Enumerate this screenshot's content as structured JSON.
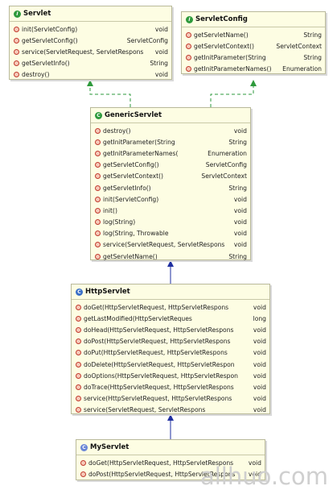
{
  "classes": {
    "servlet": {
      "name": "Servlet",
      "methods": [
        {
          "name": "init(ServletConfig)",
          "ret": "void"
        },
        {
          "name": "getServletConfig()",
          "ret": "ServletConfig"
        },
        {
          "name": "service(ServletRequest, ServletRespons",
          "ret": "void"
        },
        {
          "name": "getServletInfo()",
          "ret": "String"
        },
        {
          "name": "destroy()",
          "ret": "void"
        }
      ]
    },
    "servletConfig": {
      "name": "ServletConfig",
      "methods": [
        {
          "name": "getServletName()",
          "ret": "String"
        },
        {
          "name": "getServletContext()",
          "ret": "ServletContext"
        },
        {
          "name": "getInitParameter(String",
          "ret": "String"
        },
        {
          "name": "getInitParameterNames()",
          "ret": "Enumeration"
        }
      ]
    },
    "genericServlet": {
      "name": "GenericServlet",
      "methods": [
        {
          "name": "destroy()",
          "ret": "void"
        },
        {
          "name": "getInitParameter(String",
          "ret": "String"
        },
        {
          "name": "getInitParameterNames(",
          "ret": "Enumeration"
        },
        {
          "name": "getServletConfig()",
          "ret": "ServletConfig"
        },
        {
          "name": "getServletContext()",
          "ret": "ServletContext"
        },
        {
          "name": "getServletInfo()",
          "ret": "String"
        },
        {
          "name": "init(ServletConfig)",
          "ret": "void"
        },
        {
          "name": "init()",
          "ret": "void"
        },
        {
          "name": "log(String)",
          "ret": "void"
        },
        {
          "name": "log(String, Throwable",
          "ret": "void"
        },
        {
          "name": "service(ServletRequest, ServletRespons",
          "ret": "void"
        },
        {
          "name": "getServletName()",
          "ret": "String"
        }
      ]
    },
    "httpServlet": {
      "name": "HttpServlet",
      "methods": [
        {
          "name": "doGet(HttpServletRequest, HttpServletRespons",
          "ret": "void"
        },
        {
          "name": "getLastModified(HttpServletReques",
          "ret": "long"
        },
        {
          "name": "doHead(HttpServletRequest, HttpServletRespons",
          "ret": "void"
        },
        {
          "name": "doPost(HttpServletRequest, HttpServletRespons",
          "ret": "void"
        },
        {
          "name": "doPut(HttpServletRequest, HttpServletRespons",
          "ret": "void"
        },
        {
          "name": "doDelete(HttpServletRequest, HttpServletRespon",
          "ret": "void"
        },
        {
          "name": "doOptions(HttpServletRequest, HttpServletRespon",
          "ret": "void"
        },
        {
          "name": "doTrace(HttpServletRequest, HttpServletRespons",
          "ret": "void"
        },
        {
          "name": "service(HttpServletRequest, HttpServletRespons",
          "ret": "void"
        },
        {
          "name": "service(ServletRequest, ServletRespons",
          "ret": "void"
        }
      ]
    },
    "myServlet": {
      "name": "MyServlet",
      "methods": [
        {
          "name": "doGet(HttpServletRequest, HttpServletRespons",
          "ret": "void"
        },
        {
          "name": "doPost(HttpServletRequest, HttpServletRespons",
          "ret": "void"
        }
      ]
    }
  },
  "icons": {
    "interface": "interface-icon",
    "class": "class-icon",
    "method": "public-method-icon"
  },
  "colors": {
    "box_fill": "#fdfde3",
    "box_border": "#b9b99a",
    "realization_line": "#2e9a3c",
    "generalization_line": "#1f2fa0",
    "method_icon": "#c23a2e"
  },
  "watermark": "allhuo.com"
}
